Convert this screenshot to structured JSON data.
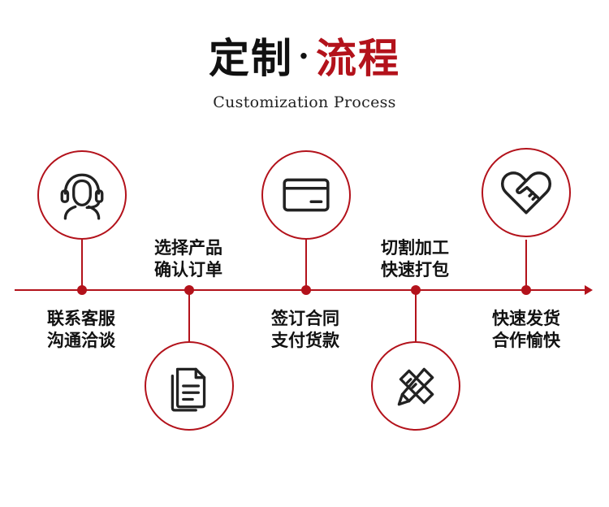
{
  "title": {
    "main": "定制",
    "dot": "·",
    "accent": "流程"
  },
  "subtitle": "Customization Process",
  "steps": [
    {
      "line1": "联系客服",
      "line2": "沟通洽谈",
      "icon": "headset-icon"
    },
    {
      "line1": "选择产品",
      "line2": "确认订单",
      "icon": "documents-icon"
    },
    {
      "line1": "签订合同",
      "line2": "支付货款",
      "icon": "credit-card-icon"
    },
    {
      "line1": "切割加工",
      "line2": "快速打包",
      "icon": "pencil-ruler-icon"
    },
    {
      "line1": "快速发货",
      "line2": "合作愉快",
      "icon": "handshake-heart-icon"
    }
  ],
  "colors": {
    "accent": "#b3121b",
    "text": "#111111",
    "icon": "#222222"
  }
}
